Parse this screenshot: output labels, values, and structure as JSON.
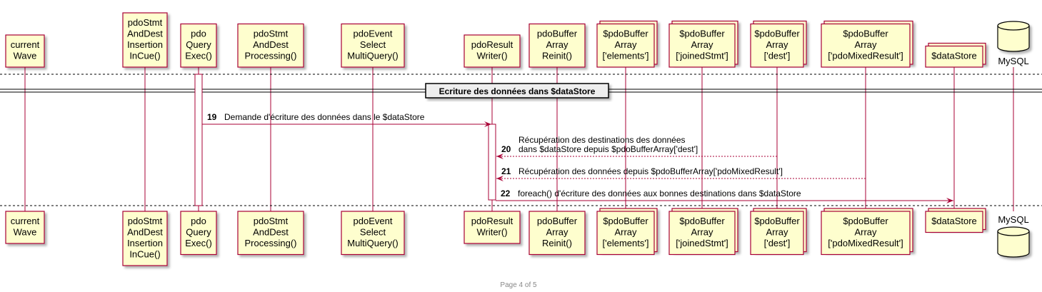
{
  "diagram": {
    "participants": [
      {
        "id": "p1",
        "kind": "box",
        "lines": [
          "current",
          "Wave"
        ]
      },
      {
        "id": "p2",
        "kind": "box",
        "lines": [
          "pdoStmt",
          "AndDest",
          "Insertion",
          "InCue()"
        ]
      },
      {
        "id": "p3",
        "kind": "box",
        "lines": [
          "pdo",
          "Query",
          "Exec()"
        ]
      },
      {
        "id": "p4",
        "kind": "box",
        "lines": [
          "pdoStmt",
          "AndDest",
          "Processing()"
        ]
      },
      {
        "id": "p5",
        "kind": "box",
        "lines": [
          "pdoEvent",
          "Select",
          "MultiQuery()"
        ]
      },
      {
        "id": "p6",
        "kind": "box",
        "lines": [
          "pdoResult",
          "Writer()"
        ]
      },
      {
        "id": "p7",
        "kind": "box",
        "lines": [
          "pdoBuffer",
          "Array",
          "Reinit()"
        ]
      },
      {
        "id": "p8",
        "kind": "collection",
        "lines": [
          "$pdoBuffer",
          "Array",
          "['elements']"
        ]
      },
      {
        "id": "p9",
        "kind": "collection",
        "lines": [
          "$pdoBuffer",
          "Array",
          "['joinedStmt']"
        ]
      },
      {
        "id": "p10",
        "kind": "collection",
        "lines": [
          "$pdoBuffer",
          "Array",
          "['dest']"
        ]
      },
      {
        "id": "p11",
        "kind": "collection",
        "lines": [
          "$pdoBuffer",
          "Array",
          "['pdoMixedResult']"
        ]
      },
      {
        "id": "p12",
        "kind": "collection",
        "lines": [
          "$dataStore"
        ]
      },
      {
        "id": "p13",
        "kind": "database",
        "lines": [
          "MySQL"
        ]
      }
    ],
    "section_title": "Ecriture des données dans $dataStore",
    "messages": [
      {
        "num": "19",
        "from": "p3",
        "to": "p6",
        "style": "solid",
        "lines": [
          "Demande d'écriture des données dans le $dataStore"
        ]
      },
      {
        "num": "20",
        "from": "p10",
        "to": "p6",
        "style": "dashed",
        "lines": [
          "Récupération des destinations des données",
          "dans $dataStore depuis $pdoBufferArray['dest']"
        ]
      },
      {
        "num": "21",
        "from": "p11",
        "to": "p6",
        "style": "dashed",
        "lines": [
          "Récupération des données depuis $pdoBufferArray['pdoMixedResult']"
        ]
      },
      {
        "num": "22",
        "from": "p6",
        "to": "p12",
        "style": "solid",
        "lines": [
          "foreach() d'écriture des données aux bonnes destinations dans $dataStore"
        ]
      }
    ],
    "footer": "Page 4 of 5",
    "colors": {
      "box_fill": "#FEFECE",
      "box_border": "#A80036",
      "lifeline": "#A80036",
      "arrow": "#A80036",
      "section_bg": "#EEEEEE",
      "text": "#000000",
      "footer": "#888888"
    }
  }
}
